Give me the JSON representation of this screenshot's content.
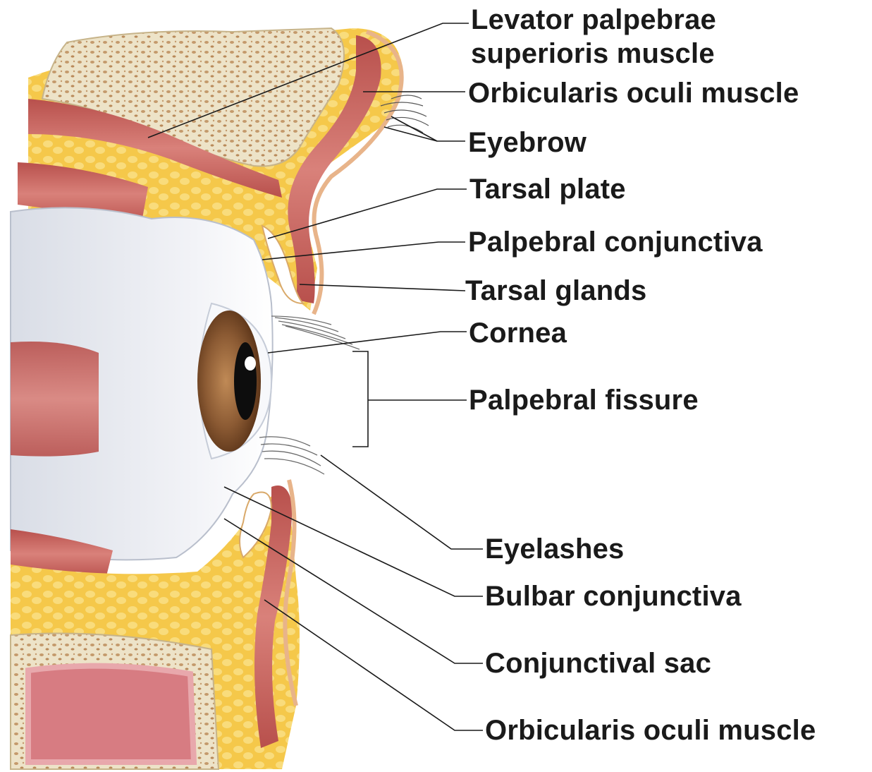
{
  "labels": {
    "levator": [
      "Levator palpebrae",
      "superioris muscle"
    ],
    "orbicularis_upper": "Orbicularis oculi muscle",
    "eyebrow": "Eyebrow",
    "tarsal_plate": "Tarsal plate",
    "palpebral_conjunctiva": "Palpebral conjunctiva",
    "tarsal_glands": "Tarsal glands",
    "cornea": "Cornea",
    "palpebral_fissure": "Palpebral fissure",
    "eyelashes": "Eyelashes",
    "bulbar_conjunctiva": "Bulbar conjunctiva",
    "conjunctival_sac": "Conjunctival sac",
    "orbicularis_lower": "Orbicularis oculi muscle"
  },
  "colors": {
    "bone": "#ede3c8",
    "bone_pores": "#b98a5a",
    "fat": "#f5c84a",
    "fat_light": "#f9dc7c",
    "muscle": "#c9645e",
    "muscle_light": "#e29a90",
    "sclera": "#eef0f4",
    "iris": "#8b5a33",
    "pupil": "#0d0d0d",
    "leader": "#1a1a1a"
  }
}
